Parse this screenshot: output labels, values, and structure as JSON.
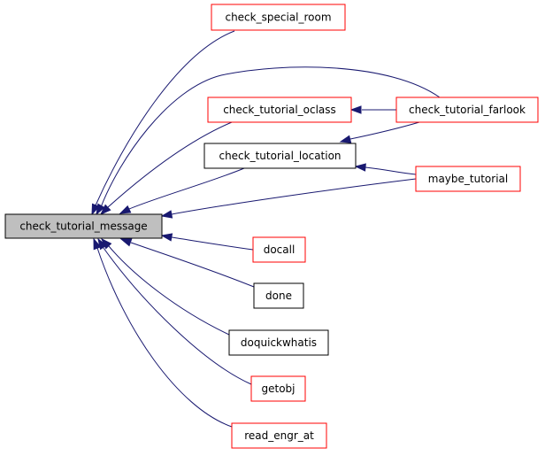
{
  "colors": {
    "edge": "#191970",
    "link_border": "#ff0000",
    "plain_border": "#000000",
    "focus_fill": "#bfbfbf"
  },
  "nodes": [
    {
      "id": "check_tutorial_message",
      "label": "check_tutorial_message",
      "style": "focus"
    },
    {
      "id": "check_special_room",
      "label": "check_special_room",
      "style": "red"
    },
    {
      "id": "check_tutorial_oclass",
      "label": "check_tutorial_oclass",
      "style": "red"
    },
    {
      "id": "check_tutorial_farlook",
      "label": "check_tutorial_farlook",
      "style": "red"
    },
    {
      "id": "check_tutorial_location",
      "label": "check_tutorial_location",
      "style": "black"
    },
    {
      "id": "maybe_tutorial",
      "label": "maybe_tutorial",
      "style": "red"
    },
    {
      "id": "docall",
      "label": "docall",
      "style": "red"
    },
    {
      "id": "done",
      "label": "done",
      "style": "black"
    },
    {
      "id": "doquickwhatis",
      "label": "doquickwhatis",
      "style": "black"
    },
    {
      "id": "getobj",
      "label": "getobj",
      "style": "red"
    },
    {
      "id": "read_engr_at",
      "label": "read_engr_at",
      "style": "red"
    }
  ],
  "edges": [
    {
      "from": "check_special_room",
      "to": "check_tutorial_message"
    },
    {
      "from": "check_tutorial_farlook",
      "to": "check_tutorial_message"
    },
    {
      "from": "check_tutorial_oclass",
      "to": "check_tutorial_message"
    },
    {
      "from": "check_tutorial_location",
      "to": "check_tutorial_message"
    },
    {
      "from": "maybe_tutorial",
      "to": "check_tutorial_message"
    },
    {
      "from": "docall",
      "to": "check_tutorial_message"
    },
    {
      "from": "done",
      "to": "check_tutorial_message"
    },
    {
      "from": "doquickwhatis",
      "to": "check_tutorial_message"
    },
    {
      "from": "getobj",
      "to": "check_tutorial_message"
    },
    {
      "from": "read_engr_at",
      "to": "check_tutorial_message"
    },
    {
      "from": "check_tutorial_farlook",
      "to": "check_tutorial_oclass"
    },
    {
      "from": "check_tutorial_farlook",
      "to": "check_tutorial_location"
    },
    {
      "from": "maybe_tutorial",
      "to": "check_tutorial_location"
    }
  ]
}
